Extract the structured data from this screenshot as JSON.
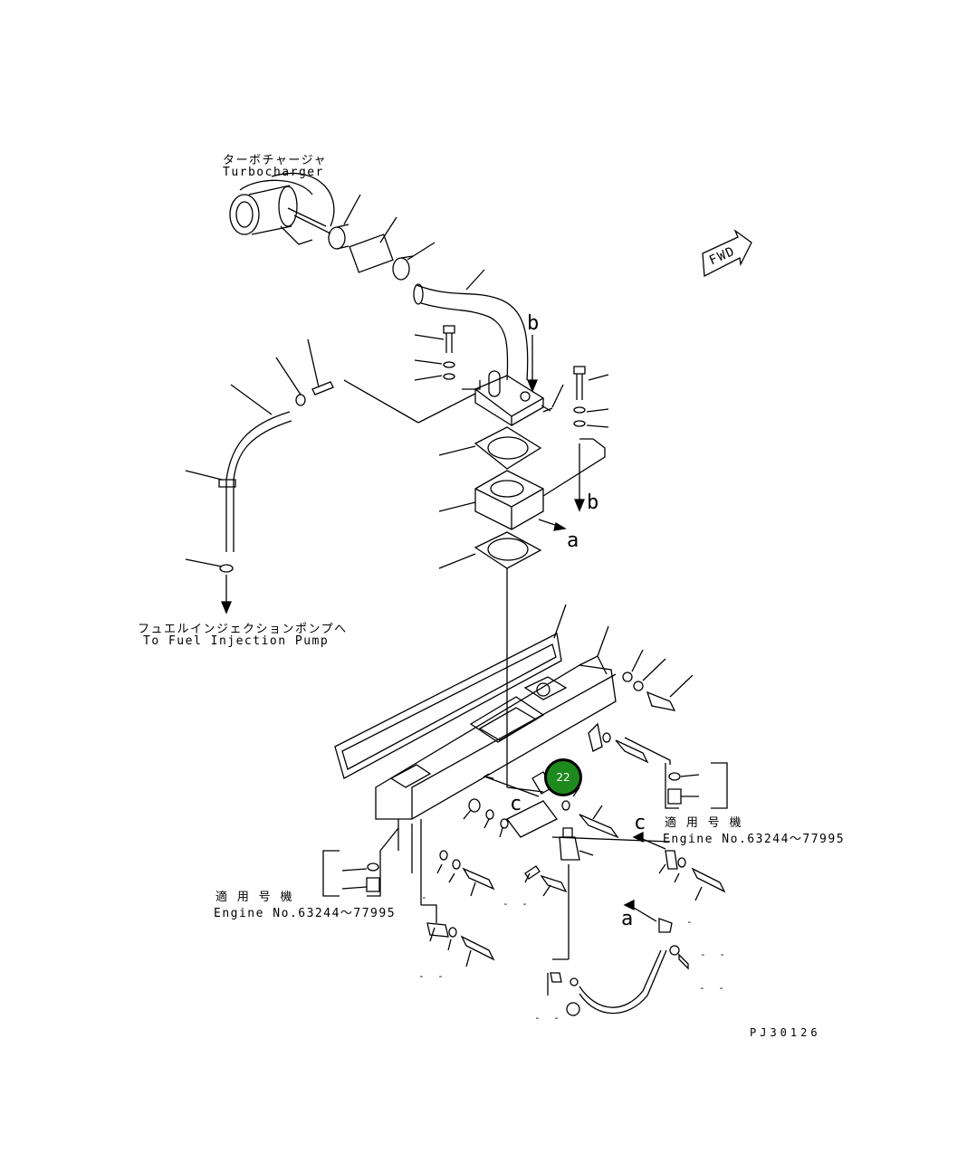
{
  "labels": {
    "turbo_jp": "ターボチャージャ",
    "turbo_en": "Turbocharger",
    "fwd": "FWD",
    "fuel_jp": "フュエルインジェクションポンプへ",
    "fuel_en": "To Fuel Injection Pump",
    "apply_jp_left": "適 用 号 機",
    "apply_en_left": "Engine No.63244～77995",
    "apply_jp_right": "適 用 号 機",
    "apply_en_right": "Engine No.63244～77995",
    "ref_a_top": "a",
    "ref_a_bottom": "a",
    "ref_b_top": "b",
    "ref_b_bottom": "b",
    "ref_c_left": "c",
    "ref_c_right": "c",
    "drawing_code": "PJ30126"
  },
  "callout": {
    "number": "22",
    "color": "#1e8a1e"
  },
  "colors": {
    "line": "#000000",
    "background": "#ffffff"
  }
}
